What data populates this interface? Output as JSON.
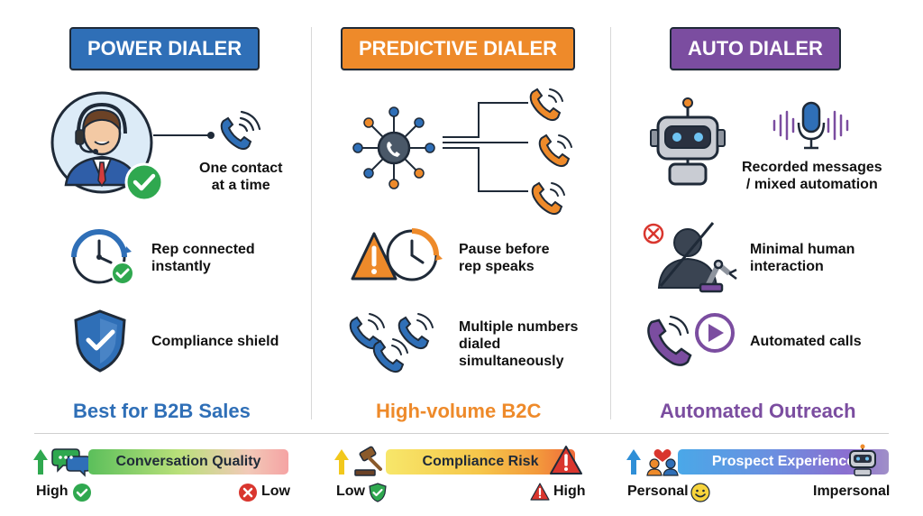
{
  "columns": [
    {
      "title": "POWER DIALER",
      "features": [
        "One contact\nat a time",
        "Rep connected\ninstantly",
        "Compliance shield"
      ],
      "bottom": "Best for B2B Sales"
    },
    {
      "title": "PREDICTIVE DIALER",
      "features": [
        "Pause before\nrep speaks",
        "Multiple numbers\ndialed\nsimultaneously"
      ],
      "bottom": "High-volume B2C"
    },
    {
      "title": "AUTO DIALER",
      "features": [
        "Recorded messages\n/ mixed automation",
        "Minimal human\ninteraction",
        "Automated calls"
      ],
      "bottom": "Automated Outreach"
    }
  ],
  "scales": [
    {
      "label": "Conversation Quality",
      "left": "High",
      "right": "Low"
    },
    {
      "label": "Compliance Risk",
      "left": "Low",
      "right": "High"
    },
    {
      "label": "Prospect Experience",
      "left": "Personal",
      "right": "Impersonal"
    }
  ],
  "colors": {
    "power": "#2f6fb7",
    "predictive": "#ee8a2a",
    "auto": "#7b4da0",
    "check": "#2fa84f",
    "alert": "#d9362e"
  }
}
